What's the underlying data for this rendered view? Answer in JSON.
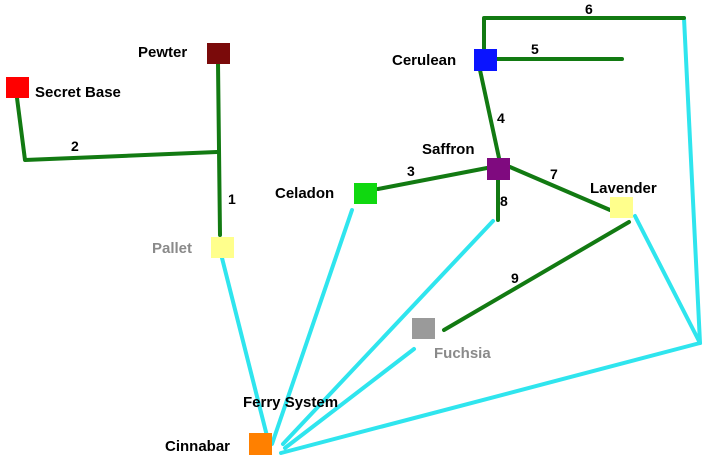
{
  "colors": {
    "route": "#127a12",
    "ferry": "#2fe5ee",
    "label": "#000000",
    "faded_label": "#8a8a8a"
  },
  "towns": {
    "pewter": {
      "name": "Pewter",
      "color": "#7a0a0a"
    },
    "secret_base": {
      "name": "Secret Base",
      "color": "#ff0000"
    },
    "cerulean": {
      "name": "Cerulean",
      "color": "#0a14ff"
    },
    "saffron": {
      "name": "Saffron",
      "color": "#7f0a7f"
    },
    "celadon": {
      "name": "Celadon",
      "color": "#10d810"
    },
    "lavender": {
      "name": "Lavender",
      "color": "#ffff8c"
    },
    "pallet": {
      "name": "Pallet",
      "color": "#ffff8c"
    },
    "fuchsia": {
      "name": "Fuchsia",
      "color": "#9a9a9a"
    },
    "cinnabar": {
      "name": "Cinnabar",
      "color": "#ff8000"
    }
  },
  "routes": {
    "r1": "1",
    "r2": "2",
    "r3": "3",
    "r4": "4",
    "r5": "5",
    "r6": "6",
    "r7": "7",
    "r8": "8",
    "r9": "9"
  },
  "ferry": {
    "label": "Ferry System"
  }
}
